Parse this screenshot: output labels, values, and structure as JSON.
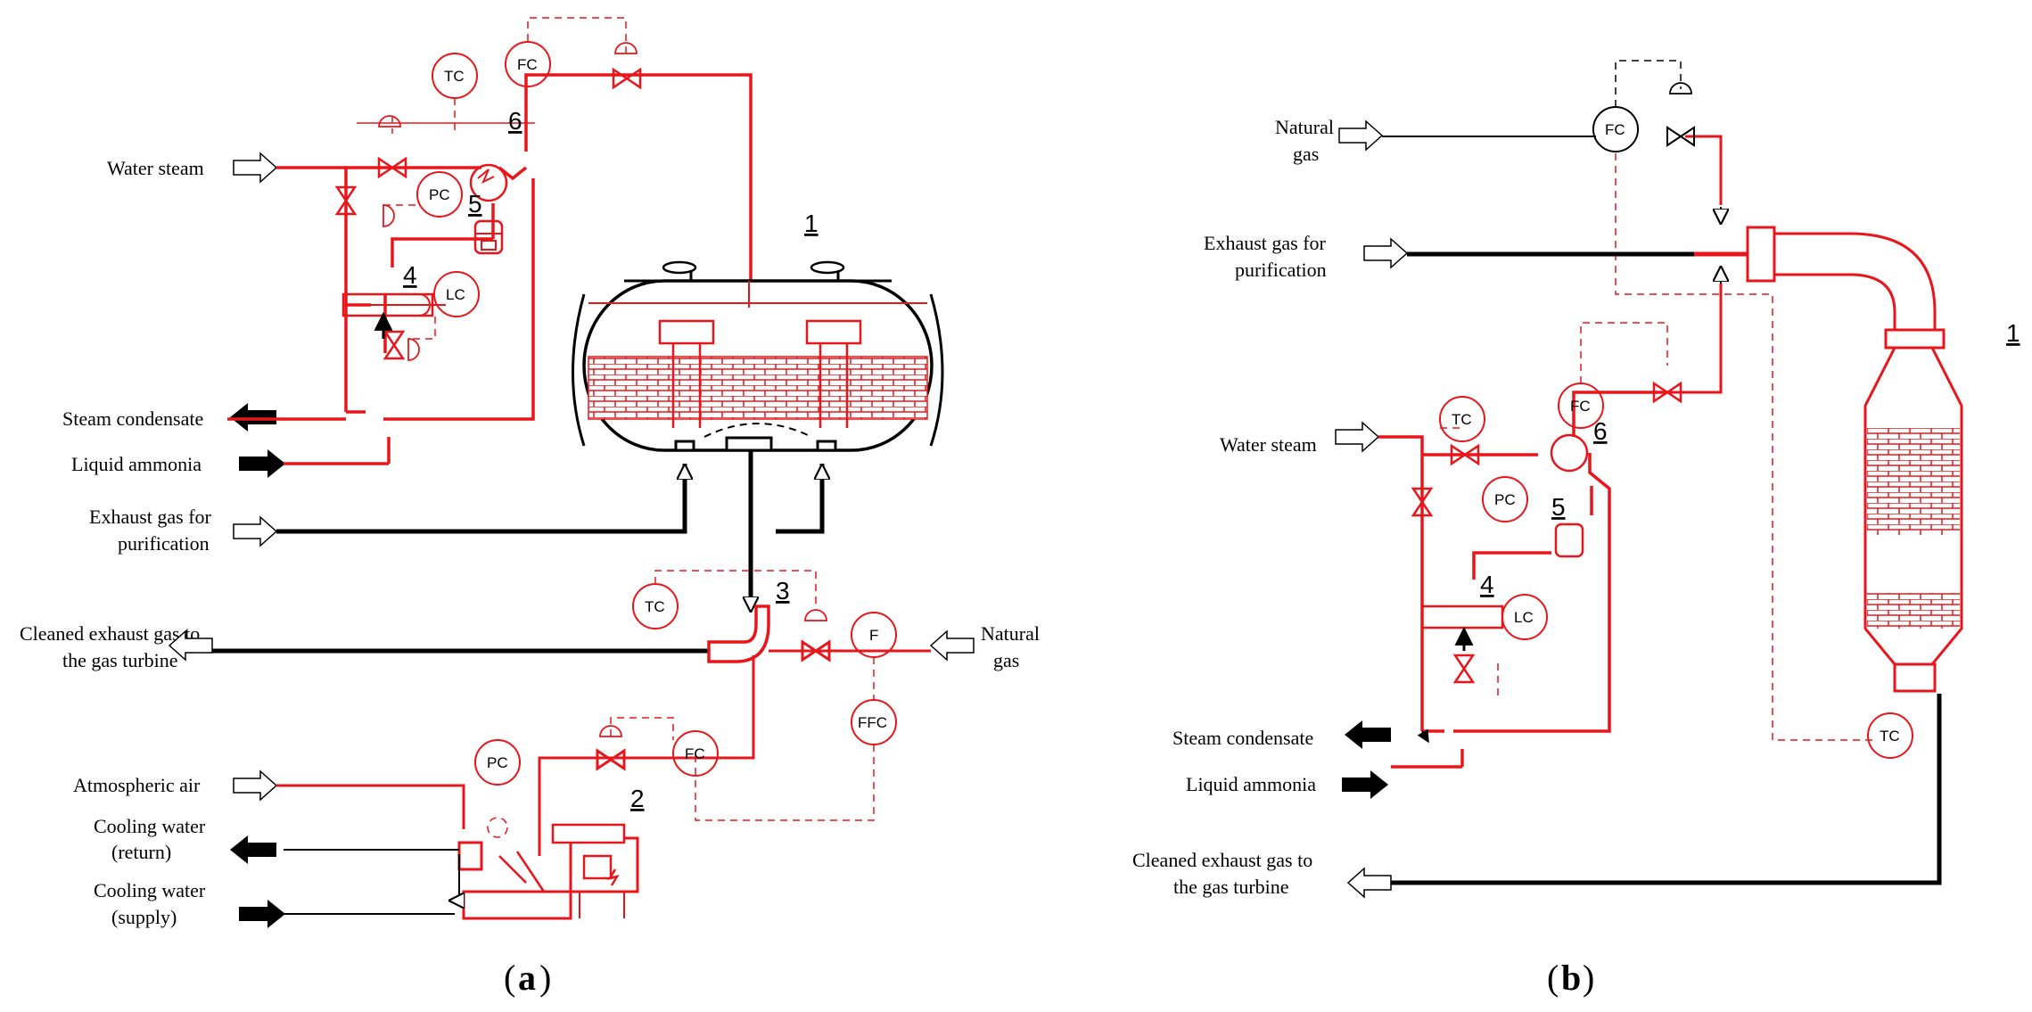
{
  "panel_a": {
    "caption": "a",
    "labels": {
      "water_steam": "Water steam",
      "steam_condensate": "Steam condensate",
      "liquid_ammonia": "Liquid ammonia",
      "exhaust_gas_1": "Exhaust gas for",
      "exhaust_gas_2": "purification",
      "cleaned_1": "Cleaned exhaust gas to",
      "cleaned_2": "the gas turbine",
      "natural_gas_1": "Natural",
      "natural_gas_2": "gas",
      "atmospheric_air": "Atmospheric air",
      "cooling_return_1": "Cooling water",
      "cooling_return_2": "(return)",
      "cooling_supply_1": "Cooling water",
      "cooling_supply_2": "(supply)"
    },
    "instruments": {
      "tc_top": "TC",
      "fc_top": "FC",
      "pc": "PC",
      "lc": "LC",
      "tc_mid": "TC",
      "f": "F",
      "ffc": "FFC",
      "pc_low": "PC",
      "fc_low": "FC"
    },
    "numbers": {
      "n1": "1",
      "n2": "2",
      "n3": "3",
      "n4": "4",
      "n5": "5",
      "n6": "6"
    }
  },
  "panel_b": {
    "caption": "b",
    "labels": {
      "natural_gas_1": "Natural",
      "natural_gas_2": "gas",
      "exhaust_gas_1": "Exhaust gas for",
      "exhaust_gas_2": "purification",
      "water_steam": "Water steam",
      "steam_condensate": "Steam condensate",
      "liquid_ammonia": "Liquid ammonia",
      "cleaned_1": "Cleaned exhaust gas to",
      "cleaned_2": "the gas turbine"
    },
    "instruments": {
      "fc_top": "FC",
      "tc": "TC",
      "fc": "FC",
      "pc": "PC",
      "lc": "LC",
      "tc_low": "TC"
    },
    "numbers": {
      "n1": "1",
      "n4": "4",
      "n5": "5",
      "n6": "6"
    }
  },
  "colors": {
    "process_red": "#e8161b",
    "line_black": "#000000"
  }
}
